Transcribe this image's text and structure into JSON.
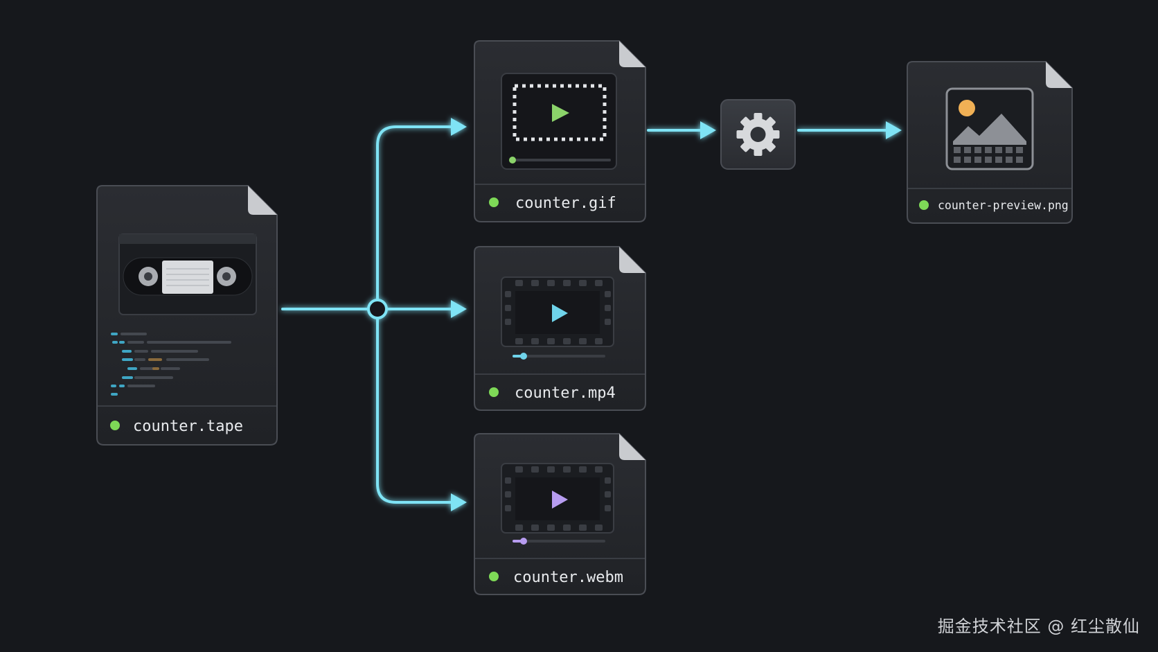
{
  "colors": {
    "background": "#16181c",
    "card": "#25272c",
    "card_border": "#4a4d54",
    "accent_cyan": "#7fe3f5",
    "status_green": "#7ed957",
    "play_green": "#8bd36a",
    "play_cyan": "#6fd3ea",
    "play_purple": "#b79cf0",
    "sun_orange": "#f0b055"
  },
  "files": {
    "tape": {
      "label": "counter.tape",
      "icon": "vhs-cassette-icon"
    },
    "gif": {
      "label": "counter.gif",
      "icon": "gif-player-icon"
    },
    "mp4": {
      "label": "counter.mp4",
      "icon": "film-player-icon"
    },
    "webm": {
      "label": "counter.webm",
      "icon": "film-player-icon"
    },
    "png": {
      "label": "counter-preview.png",
      "icon": "image-icon"
    }
  },
  "processor": {
    "icon": "gear-icon"
  },
  "watermark": "掘金技术社区 @ 红尘散仙"
}
